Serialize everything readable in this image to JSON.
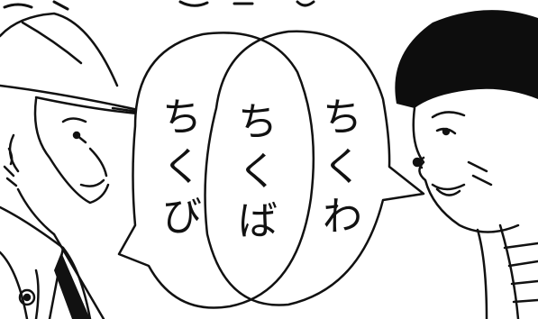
{
  "colors": {
    "ink": "#111111",
    "paper": "#ffffff",
    "hair": "#0d0d0d"
  },
  "bubbles": {
    "left": {
      "chars": [
        "ち",
        "く",
        "び"
      ]
    },
    "overlap": {
      "chars": [
        "ち",
        "く",
        "ば"
      ]
    },
    "right": {
      "chars": [
        "ち",
        "く",
        "わ"
      ]
    }
  }
}
